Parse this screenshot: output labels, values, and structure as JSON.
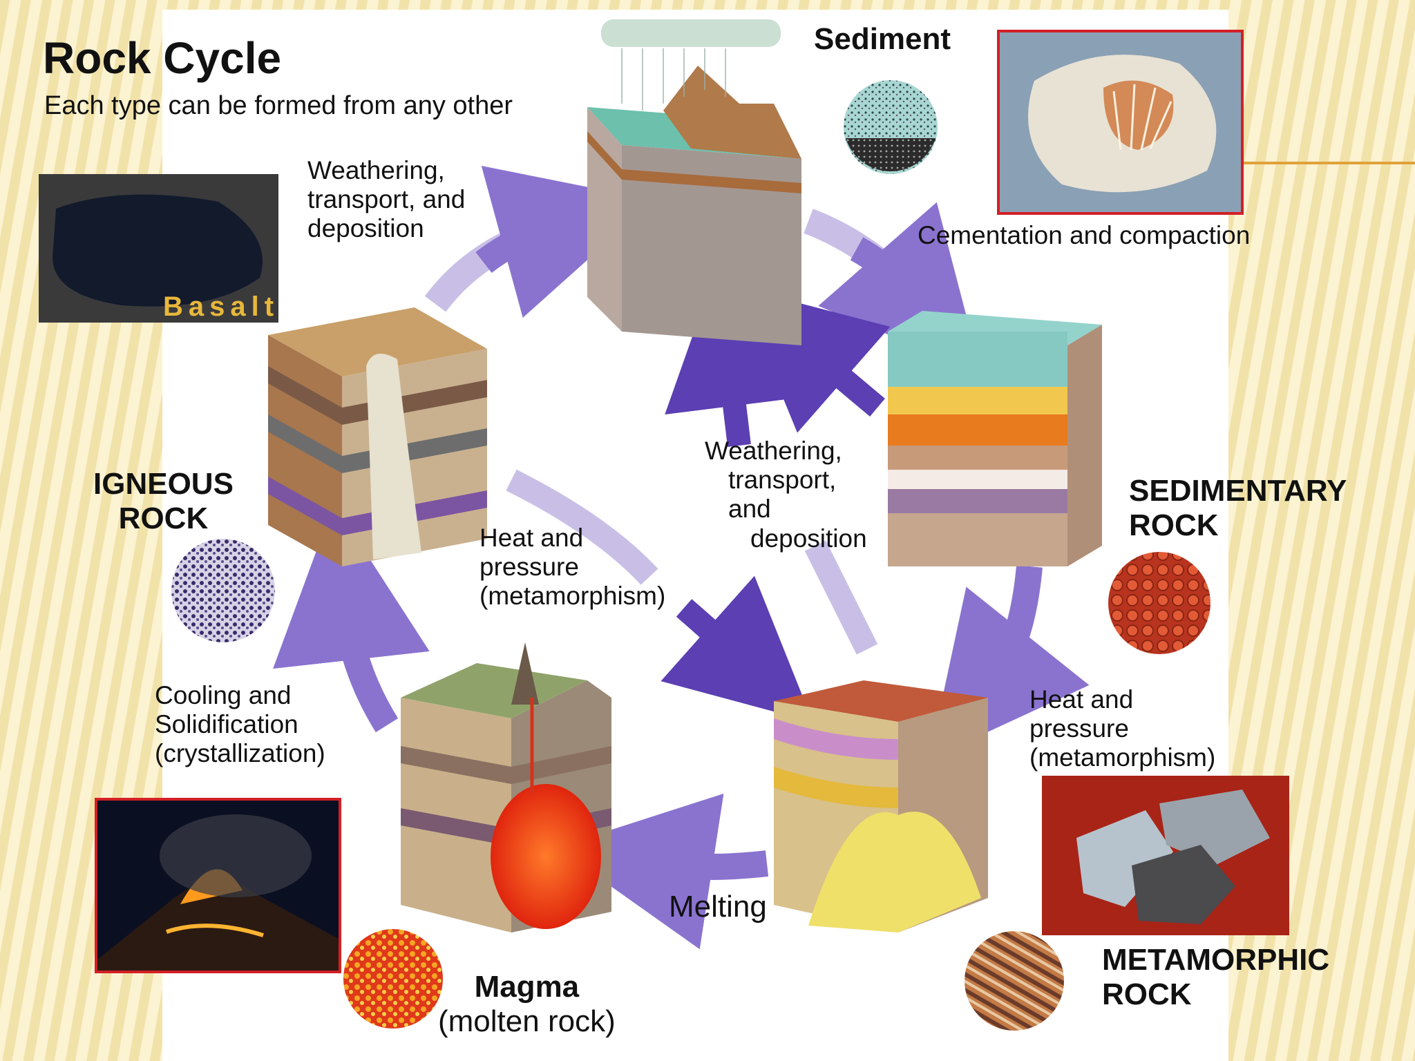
{
  "title": "Rock Cycle",
  "subtitle": "Each type can be formed from any other",
  "nodes": {
    "sediment": "Sediment",
    "igneous": [
      "IGNEOUS",
      "ROCK"
    ],
    "sedimentary": [
      "SEDIMENTARY",
      "ROCK"
    ],
    "metamorphic": [
      "METAMORPHIC",
      "ROCK"
    ],
    "magma": [
      "Magma",
      "(molten rock)"
    ]
  },
  "processes": {
    "weathering_outer": [
      "Weathering,",
      "transport, and",
      "deposition"
    ],
    "cementation": "Cementation and compaction",
    "weathering_inner": [
      "Weathering,",
      "transport,",
      "and",
      "deposition"
    ],
    "heat_inner": [
      "Heat and",
      "pressure",
      "(metamorphism)"
    ],
    "heat_outer": [
      "Heat and",
      "pressure",
      "(metamorphism)"
    ],
    "cooling": [
      "Cooling and",
      "Solidification",
      "(crystallization)"
    ],
    "melting": "Melting"
  },
  "photo_labels": {
    "basalt": "Basalt"
  },
  "colors": {
    "arrow": "#5b3fb3",
    "arrow_faded": "#c9bfe6",
    "photo_border": "#d21f26",
    "accent_line": "#e1a13a"
  },
  "icons": {
    "basalt": "basalt-rock-photo",
    "fossil": "shell-fossil-photo",
    "volcano": "erupting-volcano-photo",
    "metamorphic": "metamorphic-rocks-photo"
  }
}
